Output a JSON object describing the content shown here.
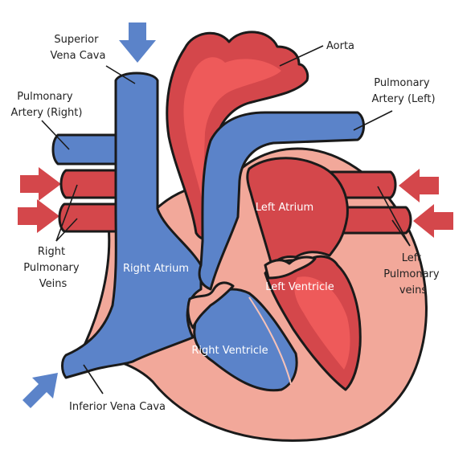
{
  "colors": {
    "deoxygenated": "#5b83c9",
    "oxygenated": "#d4474b",
    "oxygenated_light": "#ee5a5a",
    "tissue": "#f2a89a",
    "outline": "#1a1a1a",
    "arrow_blue": "#5b83c9",
    "arrow_red": "#d4474b"
  },
  "labels": {
    "superior_vena_cava": [
      "Superior",
      "Vena Cava"
    ],
    "aorta": "Aorta",
    "pulmonary_artery_right": [
      "Pulmonary",
      "Artery (Right)"
    ],
    "pulmonary_artery_left": [
      "Pulmonary",
      "Artery (Left)"
    ],
    "left_atrium": "Left Atrium",
    "right_atrium": "Right Atrium",
    "left_ventricle": "Left Ventricle",
    "right_ventricle": "Right Ventricle",
    "right_pulmonary_veins": [
      "Right",
      "Pulmonary",
      "Veins"
    ],
    "left_pulmonary_veins": [
      "Left",
      "Pulmonary",
      "veins"
    ],
    "inferior_vena_cava": "Inferior Vena Cava"
  }
}
